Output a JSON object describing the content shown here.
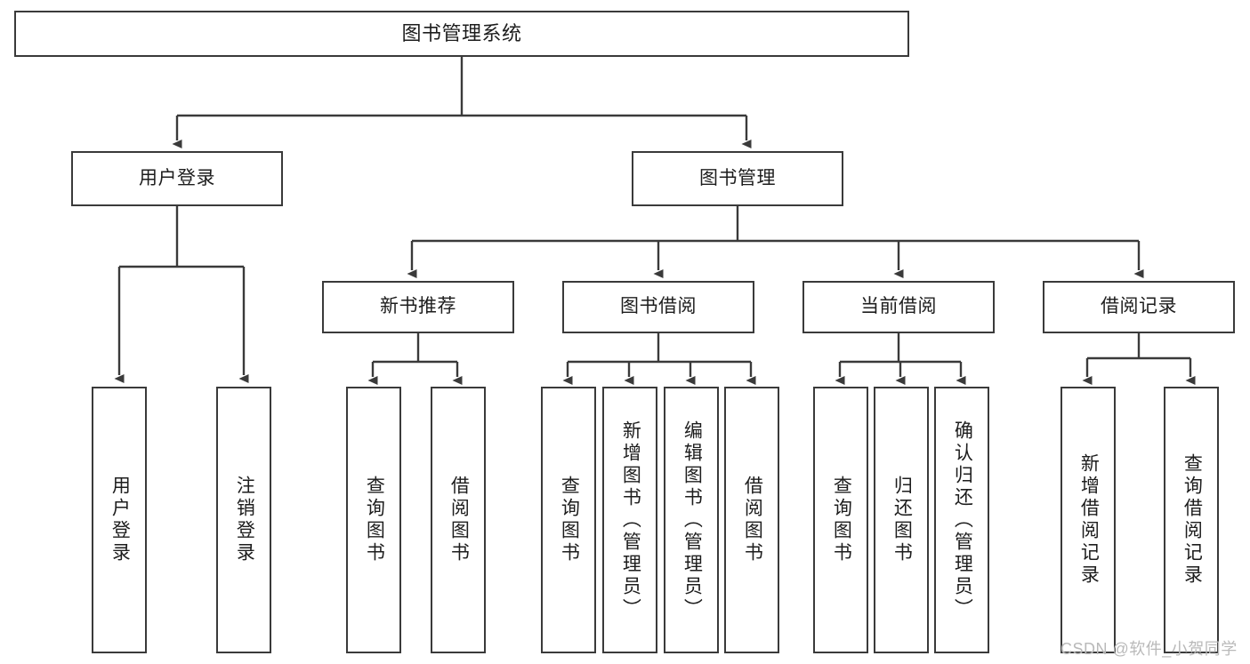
{
  "diagram": {
    "type": "tree",
    "title": "图书管理系统",
    "orientation": "top-down",
    "colors": {
      "box_border": "#3a3a3a",
      "box_fill": "#ffffff",
      "edge": "#3a3a3a",
      "text": "#1d1d1d",
      "watermark": "#b9b9b9",
      "background": "#ffffff"
    }
  },
  "nodes": {
    "root": {
      "label": "图书管理系统",
      "level": 1,
      "orientation": "horizontal"
    },
    "level2": [
      {
        "id": "user-login",
        "label": "用户登录",
        "orientation": "horizontal"
      },
      {
        "id": "book-management",
        "label": "图书管理",
        "orientation": "horizontal"
      }
    ],
    "level3": [
      {
        "id": "new-book-recommend",
        "label": "新书推荐",
        "orientation": "horizontal",
        "parent": "book-management"
      },
      {
        "id": "book-borrow",
        "label": "图书借阅",
        "orientation": "horizontal",
        "parent": "book-management"
      },
      {
        "id": "current-borrow",
        "label": "当前借阅",
        "orientation": "horizontal",
        "parent": "book-management"
      },
      {
        "id": "borrow-record",
        "label": "借阅记录",
        "orientation": "horizontal",
        "parent": "book-management"
      }
    ],
    "leaves": [
      {
        "id": "leaf-user-login",
        "label": "用户登录",
        "parent": "user-login"
      },
      {
        "id": "leaf-logout-login",
        "label": "注销登录",
        "parent": "user-login"
      },
      {
        "id": "leaf-query-book-1",
        "label": "查询图书",
        "parent": "new-book-recommend"
      },
      {
        "id": "leaf-borrow-book-1",
        "label": "借阅图书",
        "parent": "new-book-recommend"
      },
      {
        "id": "leaf-query-book-2",
        "label": "查询图书",
        "parent": "book-borrow"
      },
      {
        "id": "leaf-add-book",
        "label": "新增图书（管理员）",
        "parent": "book-borrow"
      },
      {
        "id": "leaf-edit-book",
        "label": "编辑图书（管理员）",
        "parent": "book-borrow"
      },
      {
        "id": "leaf-borrow-book-2",
        "label": "借阅图书",
        "parent": "book-borrow"
      },
      {
        "id": "leaf-query-book-3",
        "label": "查询图书",
        "parent": "current-borrow"
      },
      {
        "id": "leaf-return-book",
        "label": "归还图书",
        "parent": "current-borrow"
      },
      {
        "id": "leaf-confirm-return",
        "label": "确认归还（管理员）",
        "parent": "current-borrow"
      },
      {
        "id": "leaf-add-record",
        "label": "新增借阅记录",
        "parent": "borrow-record"
      },
      {
        "id": "leaf-query-record",
        "label": "查询借阅记录",
        "parent": "borrow-record"
      }
    ]
  },
  "watermark": {
    "text": "CSDN @软件_小贺同学"
  }
}
